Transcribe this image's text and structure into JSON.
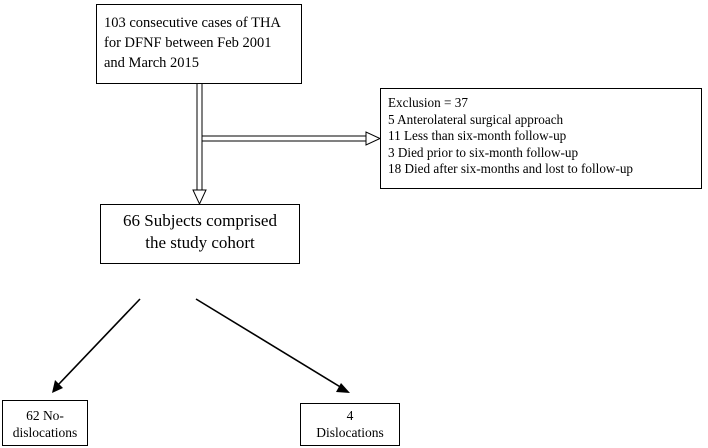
{
  "flow": {
    "top_box": {
      "lines": [
        "103 consecutive cases of THA",
        "for DFNF between Feb 2001",
        "and March 2015"
      ]
    },
    "exclusion_box": {
      "lines": [
        "Exclusion = 37",
        "5 Anterolateral surgical approach",
        "11 Less than six-month follow-up",
        "3 Died prior to six-month follow-up",
        "18 Died after six-months and lost to follow-up"
      ]
    },
    "cohort_box": {
      "lines": [
        "66 Subjects comprised",
        "the study cohort"
      ]
    },
    "no_dislocations_box": {
      "lines": [
        "62 No-",
        "dislocations"
      ]
    },
    "dislocations_box": {
      "lines": [
        "4",
        "Dislocations"
      ]
    }
  }
}
